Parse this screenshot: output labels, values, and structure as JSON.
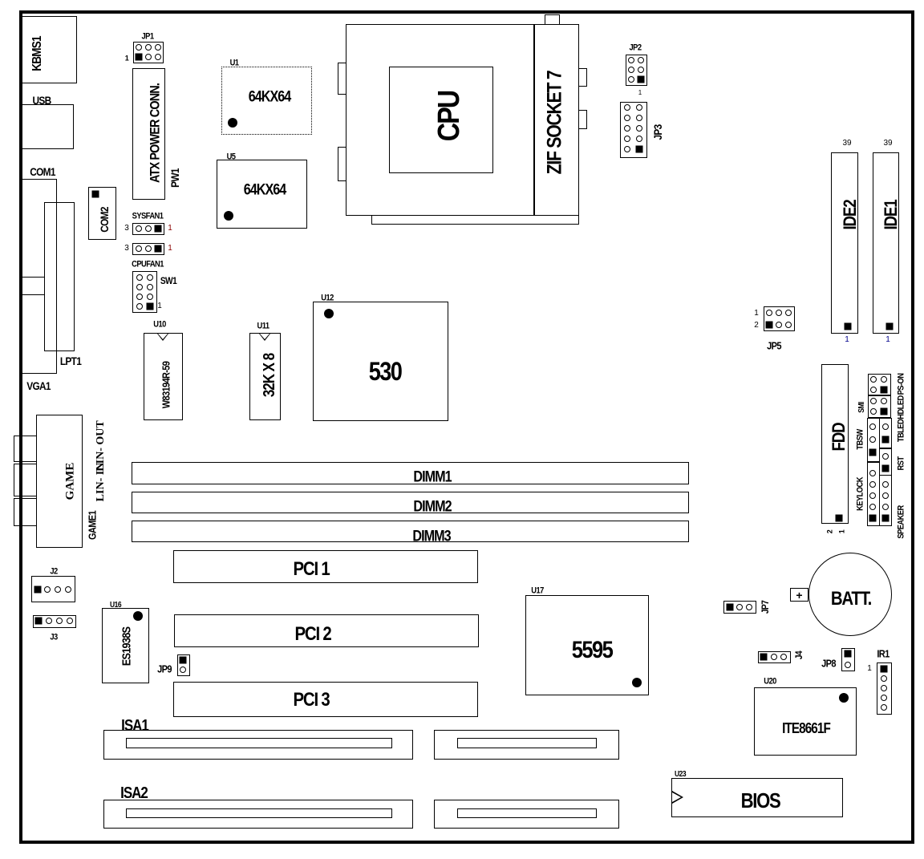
{
  "labels": {
    "kbms1": "KBMS1",
    "usb": "USB",
    "com1": "COM1",
    "lpt1": "LPT1",
    "vga1": "VGA1",
    "com2": "COM2",
    "jp1": "JP1",
    "jp1_pin1": "1",
    "atx_power": "ATX POWER CONN.",
    "pw1": "PW1",
    "sysfan1": "SYSFAN1",
    "sysfan_pin3": "3",
    "sysfan_pin1": "1",
    "cpufan_pin3": "3",
    "cpufan_pin1": "1",
    "cpufan1": "CPUFAN1",
    "sw1": "SW1",
    "sw1_pin1": "1",
    "u10": "U10",
    "u10_chip": "W83194R-59",
    "u11": "U11",
    "u11_chip": "32K X 8",
    "u12": "U12",
    "u12_chip": "530",
    "u1": "U1",
    "u1_chip": "64KX64",
    "u5": "U5",
    "u5_chip": "64KX64",
    "cpu": "CPU",
    "zif_socket": "ZIF SOCKET 7",
    "jp2": "JP2",
    "jp2_pin1": "1",
    "jp3": "JP3",
    "ide2": "IDE2",
    "ide1": "IDE1",
    "ide2_pin39": "39",
    "ide1_pin39": "39",
    "ide2_pin1": "1",
    "ide1_pin1": "1",
    "jp5": "JP5",
    "jp5_pin1": "1",
    "jp5_pin2": "2",
    "fdd": "FDD",
    "fdd_pin2": "2",
    "fdd_pin1": "1",
    "ps_on": "PS-ON",
    "hdled": "HDLED",
    "smi": "SMI",
    "tbled": "TBLED",
    "tbsw": "TBSW",
    "rst": "RST",
    "keylock": "KEYLOCK",
    "speaker": "SPEAKER",
    "game": "GAME",
    "game1": "GAME1",
    "lin_out": "LIN- OUT",
    "lin_in": "LIN- IN",
    "dimm1": "DIMM1",
    "dimm2": "DIMM2",
    "dimm3": "DIMM3",
    "pci1": "PCI 1",
    "pci2": "PCI 2",
    "pci3": "PCI 3",
    "isa1": "ISA1",
    "isa2": "ISA2",
    "j2": "J2",
    "j3": "J3",
    "u16": "U16",
    "u16_chip": "ES1938S",
    "jp9": "JP9",
    "u17": "U17",
    "u17_chip": "5595",
    "jp7": "JP7",
    "batt": "BATT.",
    "batt_plus": "+",
    "j4": "J4",
    "jp8": "JP8",
    "ir1": "IR1",
    "ir1_pin1": "1",
    "u20": "U20",
    "u20_chip": "ITE8661F",
    "u23": "U23",
    "u23_chip": "BIOS"
  },
  "colors": {
    "line": "#000000",
    "pin_number_red": "#8b0000",
    "pin_number_blue": "#00008b"
  }
}
